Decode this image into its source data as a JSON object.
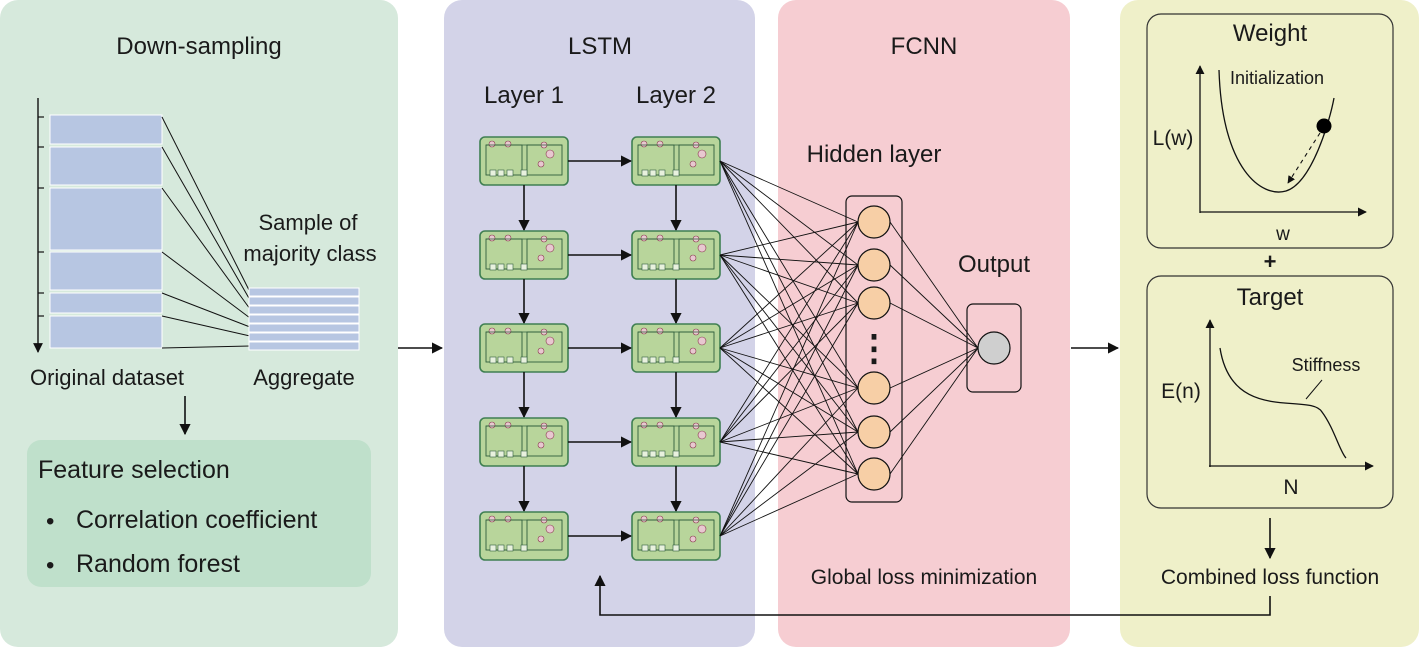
{
  "panels": {
    "downsampling": {
      "title": "Down-sampling",
      "sample_label_line1": "Sample of",
      "sample_label_line2": "majority class",
      "original_label": "Original dataset",
      "aggregate_label": "Aggregate",
      "feature_title": "Feature selection",
      "feature_items": [
        "Correlation coefficient",
        "Random forest"
      ],
      "bullet": "•"
    },
    "lstm": {
      "title": "LSTM",
      "layer1": "Layer 1",
      "layer2": "Layer 2"
    },
    "fcnn": {
      "title": "FCNN",
      "hidden_label": "Hidden layer",
      "output_label": "Output",
      "loss_label": "Global loss minimization",
      "ellipsis": "⋮"
    },
    "loss": {
      "weight_title": "Weight",
      "init_label": "Initialization",
      "weight_ylabel": "L(w)",
      "weight_xlabel": "w",
      "plus": "+",
      "target_title": "Target",
      "target_curve_label": "Stiffness",
      "target_ylabel": "E(n)",
      "target_xlabel": "N",
      "combined_label": "Combined loss function"
    }
  },
  "colors": {
    "downsampling_bg": "#d6e9dc",
    "lstm_bg": "#d3d3e8",
    "fcnn_bg": "#f6cdd2",
    "loss_bg": "#eff0c9",
    "feature_box": "#bfe0cb",
    "dataset_block": "#b7c6e2",
    "aggregate_bar": "#b7c6e2",
    "cell_fill": "#b8d59b",
    "cell_stroke": "#3f7f52",
    "neuron_fill": "#f7cfa6",
    "output_fill": "#cfcfcf"
  }
}
